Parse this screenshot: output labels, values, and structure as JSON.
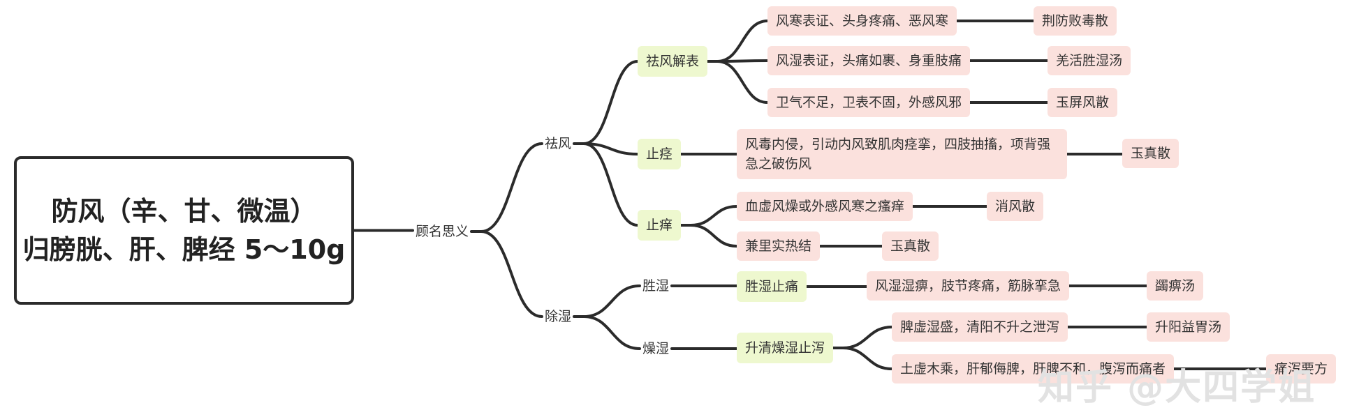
{
  "root": {
    "line1": "防风（辛、甘、微温）",
    "line2": "归膀胱、肝、脾经 5～10g"
  },
  "level1": {
    "label": "顾名思义"
  },
  "qufeng": {
    "label": "祛风",
    "jiebiao": {
      "label": "祛风解表",
      "items": [
        {
          "indication": "风寒表证、头身疼痛、恶风寒",
          "formula": "荆防败毒散"
        },
        {
          "indication": "风湿表证，头痛如裹、身重肢痛",
          "formula": "羌活胜湿汤"
        },
        {
          "indication": "卫气不足，卫表不固，外感风邪",
          "formula": "玉屏风散"
        }
      ]
    },
    "zhijing": {
      "label": "止痉",
      "indication": "风毒内侵，引动内风致肌肉痉挛，四肢抽搐，项背强急之破伤风",
      "formula": "玉真散"
    },
    "zhiyang": {
      "label": "止痒",
      "items": [
        {
          "indication": "血虚风燥或外感风寒之瘙痒",
          "formula": "消风散"
        },
        {
          "indication": "兼里实热结",
          "formula": "玉真散"
        }
      ]
    }
  },
  "chushi": {
    "label": "除湿",
    "shengshi": {
      "label": "胜湿",
      "effect": "胜湿止痛",
      "indication": "风湿湿痹，肢节疼痛，筋脉挛急",
      "formula": "蠲痹汤"
    },
    "zaoshi": {
      "label": "燥湿",
      "effect": "升清燥湿止泻",
      "items": [
        {
          "indication": "脾虚湿盛，清阳不升之泄泻",
          "formula": "升阳益胃汤"
        },
        {
          "indication": "土虚木乘，肝郁侮脾，肝脾不和，腹泻而痛者",
          "formula": "痛泻要方"
        }
      ]
    }
  },
  "watermark": "知乎 @大四学姐"
}
